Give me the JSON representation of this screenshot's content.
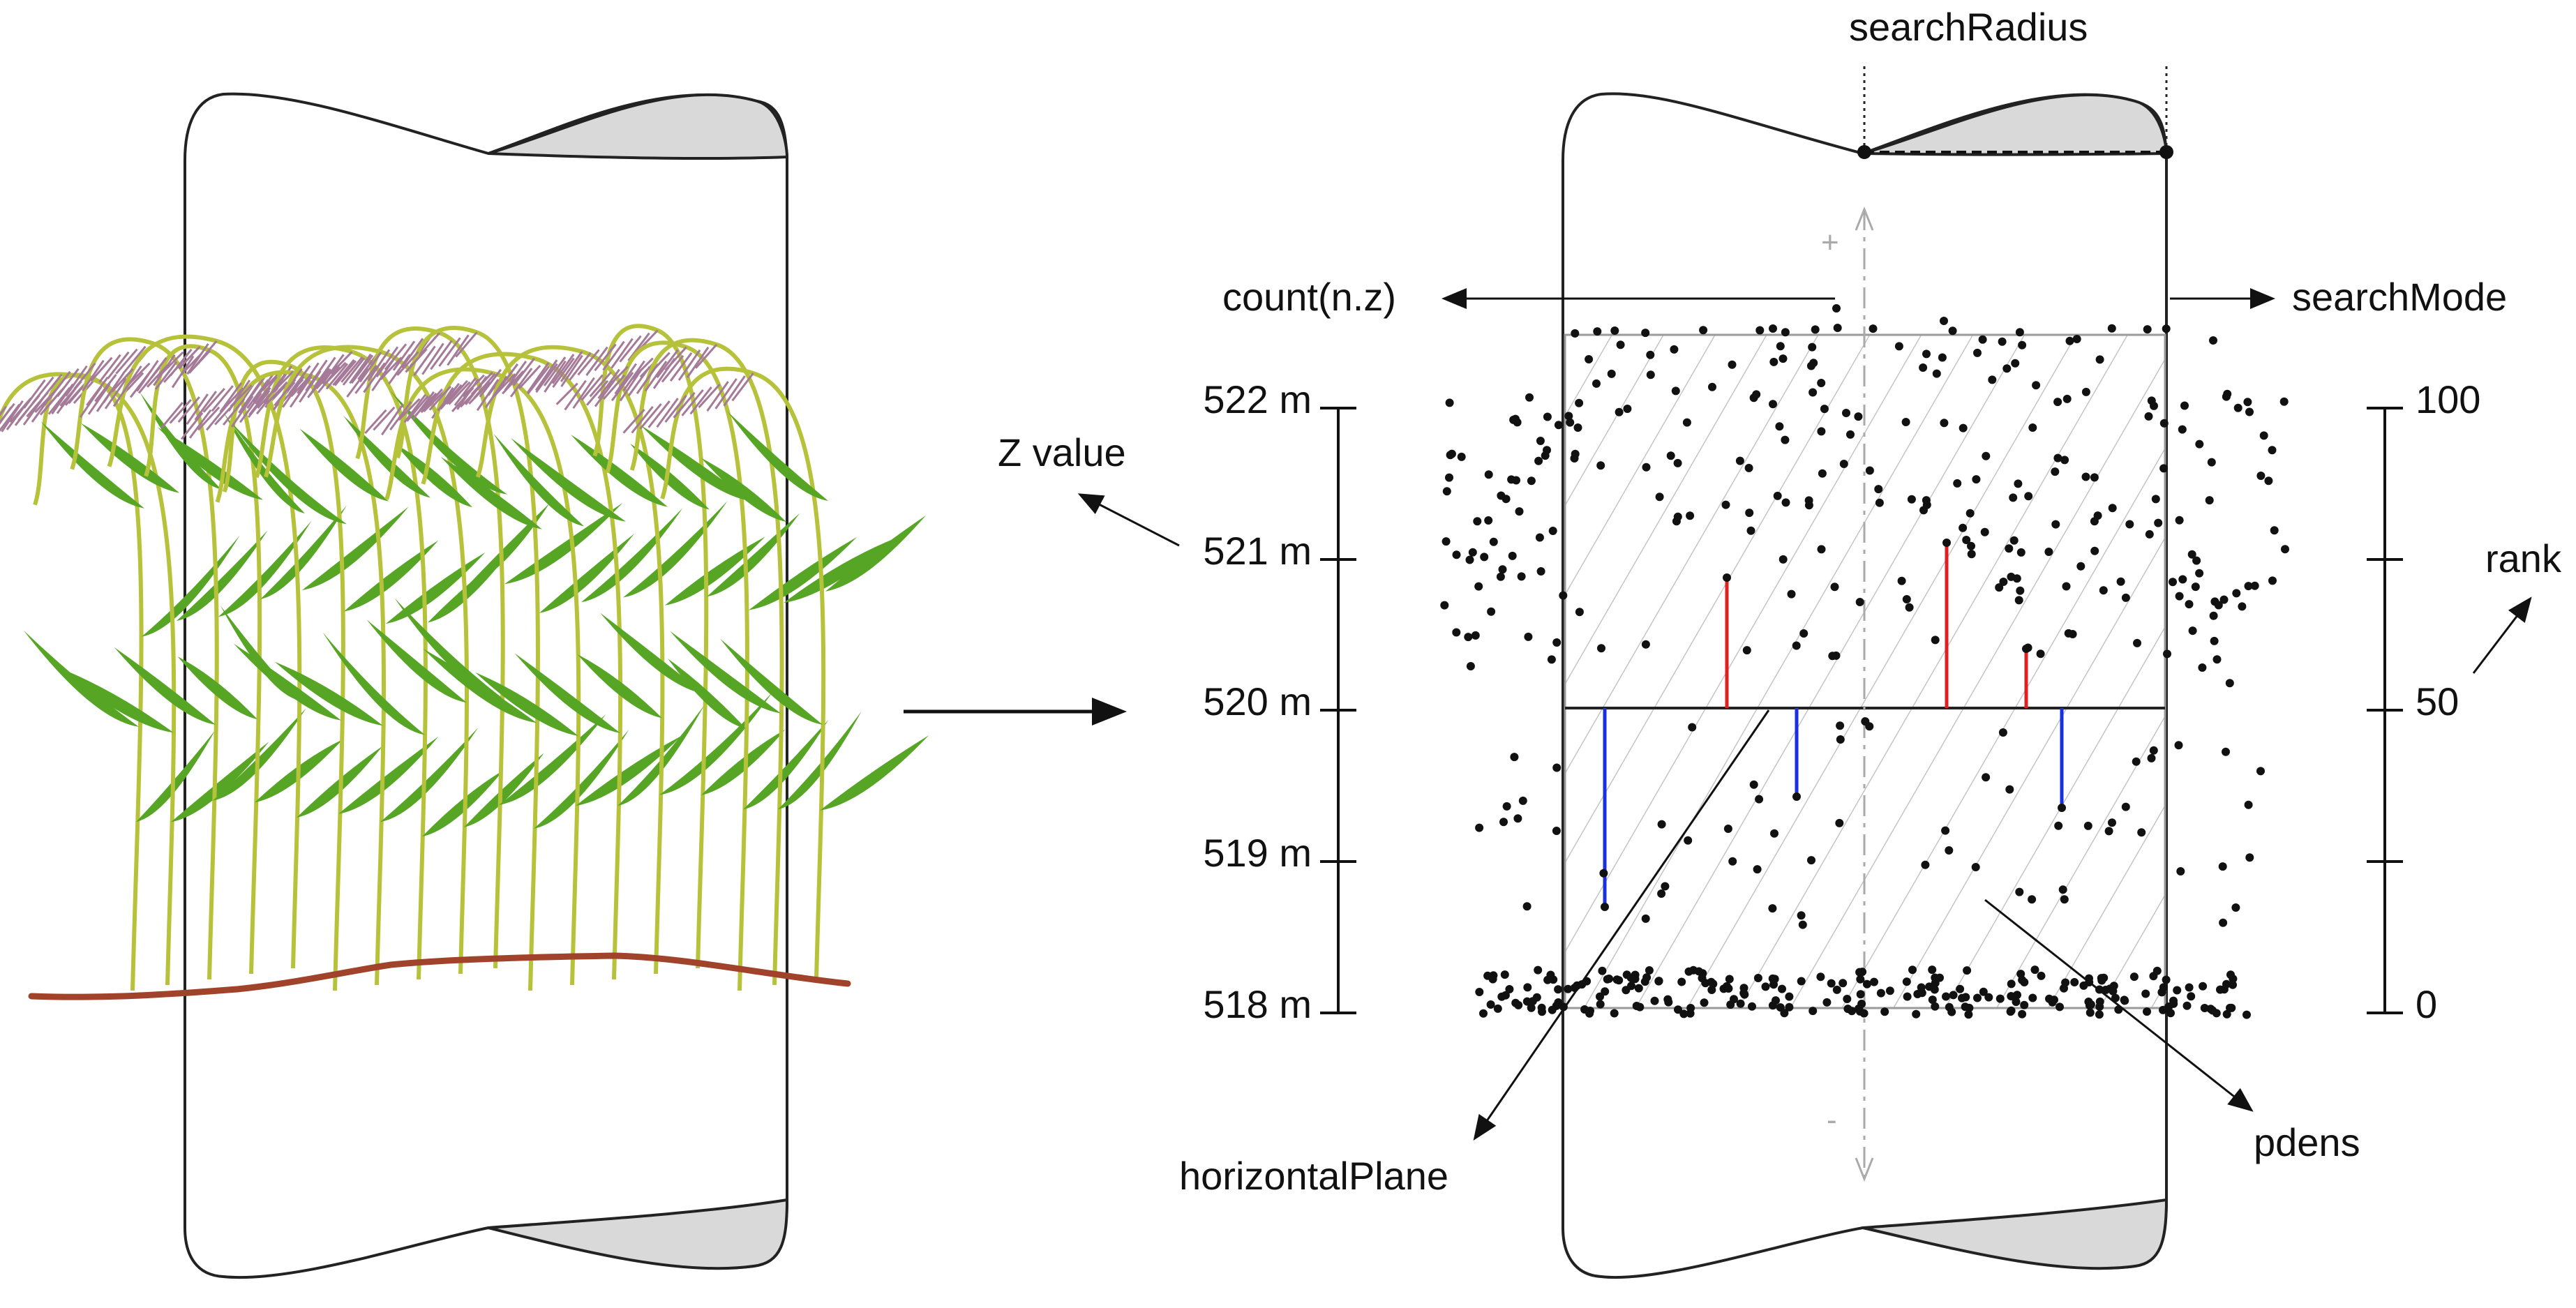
{
  "labels": {
    "search_radius": "searchRadius",
    "count": "count(n.z)",
    "search_mode": "searchMode",
    "z_value": "Z value",
    "rank": "rank",
    "horizontal_plane": "horizontalPlane",
    "pdens": "pdens",
    "plus": "+",
    "minus": "-"
  },
  "z_axis": {
    "ticks": [
      "522 m",
      "521 m",
      "520 m",
      "519 m",
      "518 m"
    ]
  },
  "rank_axis": {
    "ticks": [
      "100",
      "50",
      "0"
    ]
  },
  "colors": {
    "reed_stem": "#b6c23a",
    "reed_leaf": "#56a524",
    "reed_plume": "#a57a98",
    "ground": "#a0432a",
    "cylinder_cap": "#d9d9d9",
    "point": "#111111",
    "above_plane_line": "#e02020",
    "below_plane_line": "#1a2fe0",
    "axis_dashdot": "#aaaaaa"
  }
}
